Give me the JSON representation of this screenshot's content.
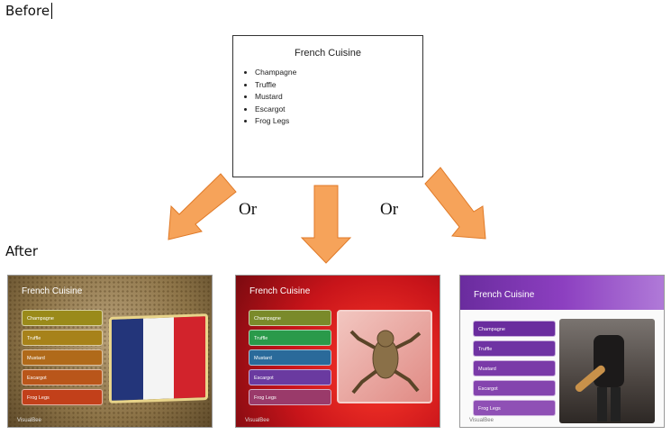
{
  "labels": {
    "before": "Before",
    "after": "After",
    "or_left": "Or",
    "or_right": "Or"
  },
  "original_slide": {
    "title": "French Cuisine",
    "bullets": [
      "Champagne",
      "Truffle",
      "Mustard",
      "Escargot",
      "Frog Legs"
    ]
  },
  "thumbnails": [
    {
      "title": "French Cuisine",
      "items": [
        "Champagne",
        "Truffle",
        "Mustard",
        "Escargot",
        "Frog Legs"
      ],
      "item_colors": [
        "#9a8a1a",
        "#a7821a",
        "#b06a1a",
        "#b9561a",
        "#c2401a"
      ],
      "image": "french-flag",
      "brand": "VisualBee"
    },
    {
      "title": "French Cuisine",
      "items": [
        "Champagne",
        "Truffle",
        "Mustard",
        "Escargot",
        "Frog Legs"
      ],
      "item_colors": [
        "#7a8a2a",
        "#2a9a4a",
        "#2a6a9a",
        "#6a3aa0",
        "#9a3a6a"
      ],
      "image": "frog",
      "brand": "VisualBee"
    },
    {
      "title": "French Cuisine",
      "items": [
        "Champagne",
        "Truffle",
        "Mustard",
        "Escargot",
        "Frog Legs"
      ],
      "item_colors": [
        "#6a2c9e",
        "#6f33a3",
        "#7a3aa8",
        "#8444ae",
        "#8f50b5"
      ],
      "image": "man-with-baguette",
      "brand": "VisualBee"
    }
  ],
  "colors": {
    "arrow_fill": "#f6a35a",
    "arrow_stroke": "#e07a28"
  }
}
